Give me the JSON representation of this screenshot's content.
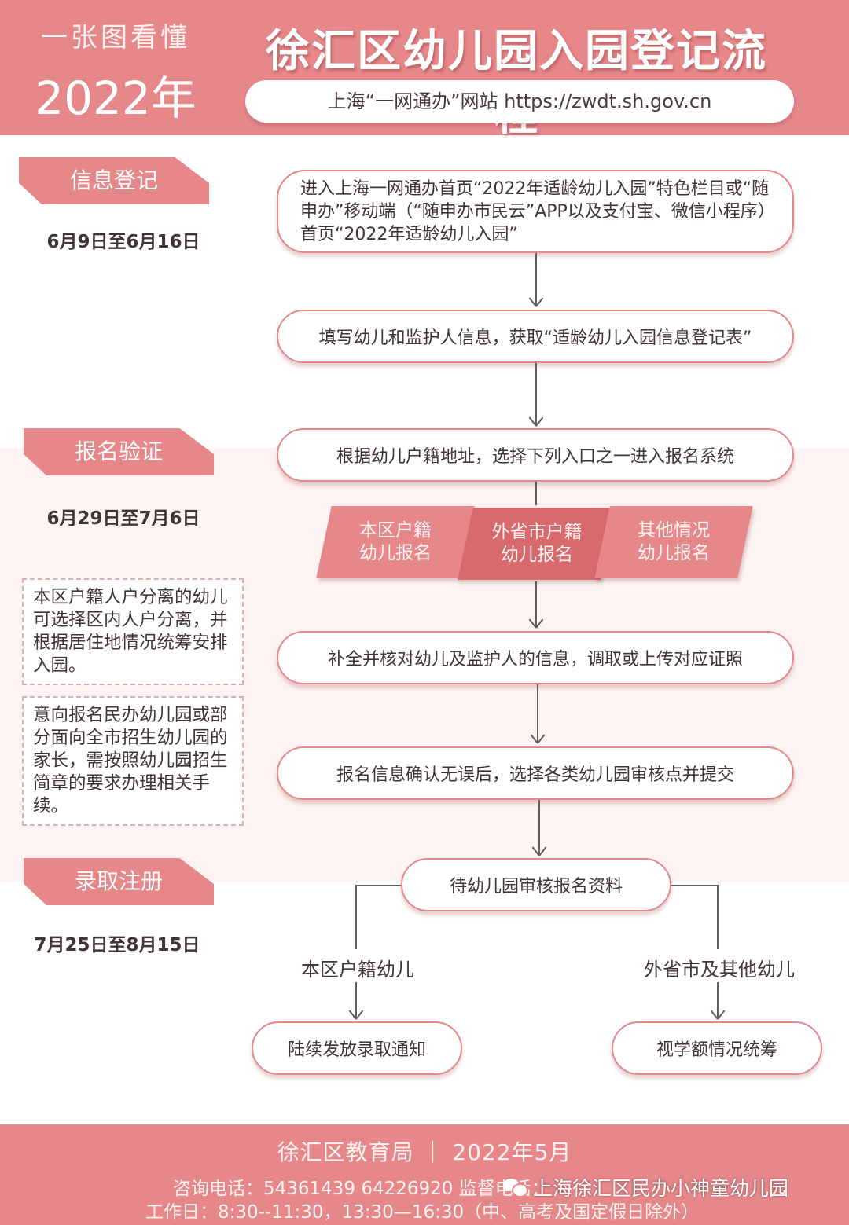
{
  "header": {
    "subtitle": "一张图看懂",
    "year": "2022年",
    "title": "徐汇区幼儿园入园登记流程",
    "url_text": "上海“一网通办”网站 https://zwdt.sh.gov.cn"
  },
  "stages": [
    {
      "label": "信息登记",
      "date": "6月9日至6月16日"
    },
    {
      "label": "报名验证",
      "date": "6月29日至7月6日"
    },
    {
      "label": "录取注册",
      "date": "7月25日至8月15日"
    }
  ],
  "steps": {
    "step1": "进入上海一网通办首页“2022年适龄幼儿入园”特色栏目或“随申办”移动端（“随申办市民云”APP以及支付宝、微信小程序）首页“2022年适龄幼儿入园”",
    "step2": "填写幼儿和监护人信息，获取“适龄幼儿入园信息登记表”",
    "step3": "根据幼儿户籍地址，选择下列入口之一进入报名系统",
    "step4": "补全并核对幼儿及监护人的信息，调取或上传对应证照",
    "step5": "报名信息确认无误后，选择各类幼儿园审核点并提交",
    "step6": "待幼儿园审核报名资料"
  },
  "entries": [
    {
      "line1": "本区户籍",
      "line2": "幼儿报名"
    },
    {
      "line1": "外省市户籍",
      "line2": "幼儿报名"
    },
    {
      "line1": "其他情况",
      "line2": "幼儿报名"
    }
  ],
  "notes": [
    "本区户籍人户分离的幼儿可选择区内人户分离，并根据居住地情况统筹安排入园。",
    "意向报名民办幼儿园或部分面向全市招生幼儿园的家长，需按照幼儿园招生简章的要求办理相关手续。"
  ],
  "branches": {
    "left_label": "本区户籍幼儿",
    "left_result": "陆续发放录取通知",
    "right_label": "外省市及其他幼儿",
    "right_result": "视学额情况统筹"
  },
  "footer": {
    "org_date": "徐汇区教育局 ｜ 2022年5月",
    "tel": "咨询电话：54361439 64226920 监督电话：",
    "hours": "工作日：8:30--11:30，13:30—16:30（中、高考及国定假日除外）",
    "watermark": "上海徐汇区民办小神童幼儿园"
  },
  "colors": {
    "accent": "#e6878a",
    "accent_dark": "#d8696d",
    "band": "#fdf3f2"
  }
}
